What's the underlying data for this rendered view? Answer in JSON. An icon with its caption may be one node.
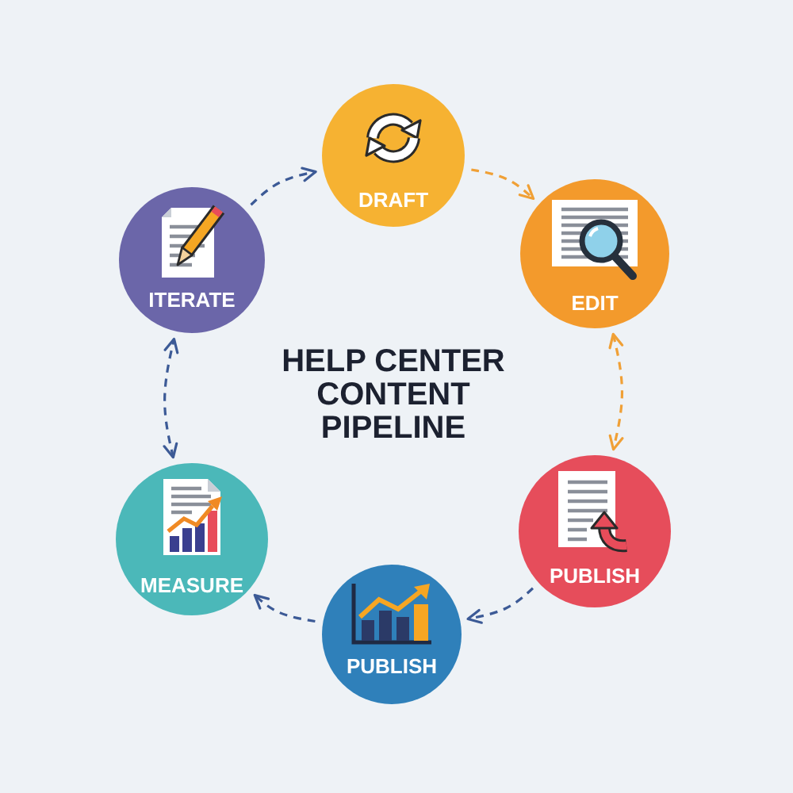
{
  "diagram": {
    "title": "HELP CENTER CONTENT PIPELINE",
    "nodes": [
      {
        "text": [
          "DRAFT"
        ]
      },
      {
        "text": [
          "EDIT"
        ]
      },
      {
        "text": [
          "PUBLISH"
        ]
      },
      {
        "text": [
          "PUBLISH"
        ]
      },
      {
        "text": [
          "MEASURE"
        ]
      },
      {
        "text": [
          "ITERATE"
        ]
      }
    ],
    "edges": [
      {
        "from": 5,
        "to": 0,
        "arrow": "to",
        "style": "dashed"
      },
      {
        "from": 0,
        "to": 1,
        "arrow": "to",
        "style": "dashed",
        "color": "#f0a036"
      },
      {
        "from": 1,
        "to": 2,
        "arrow": "both",
        "style": "dashed",
        "color": "#f0a036"
      },
      {
        "from": 2,
        "to": 3,
        "arrow": "to",
        "style": "dashed"
      },
      {
        "from": 3,
        "to": 4,
        "arrow": "to",
        "style": "dashed"
      },
      {
        "from": 4,
        "to": 5,
        "arrow": "both",
        "style": "dashed"
      }
    ]
  }
}
